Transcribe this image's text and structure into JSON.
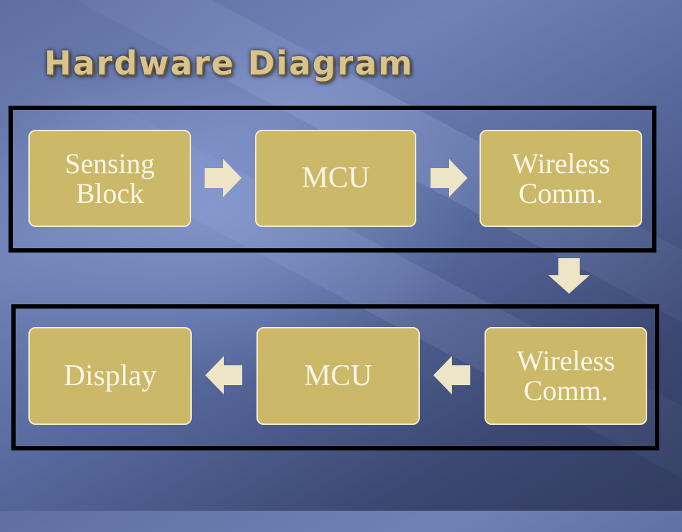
{
  "title": "Hardware Diagram",
  "colors": {
    "box_fill": "#cbb868",
    "box_border": "#f2ead0",
    "arrow_fill": "#eee4c6",
    "frame": "#000000",
    "title_text": "#d9c28b"
  },
  "top_row": {
    "blocks": [
      {
        "line1": "Sensing",
        "line2": "Block"
      },
      {
        "line1": "MCU",
        "line2": ""
      },
      {
        "line1": "Wireless",
        "line2": "Comm."
      }
    ]
  },
  "bottom_row": {
    "blocks": [
      {
        "line1": "Wireless",
        "line2": "Comm."
      },
      {
        "line1": "MCU",
        "line2": ""
      },
      {
        "line1": "Display",
        "line2": ""
      }
    ]
  },
  "flow": [
    "Sensing Block",
    "MCU",
    "Wireless Comm.",
    "Wireless Comm.",
    "MCU",
    "Display"
  ]
}
